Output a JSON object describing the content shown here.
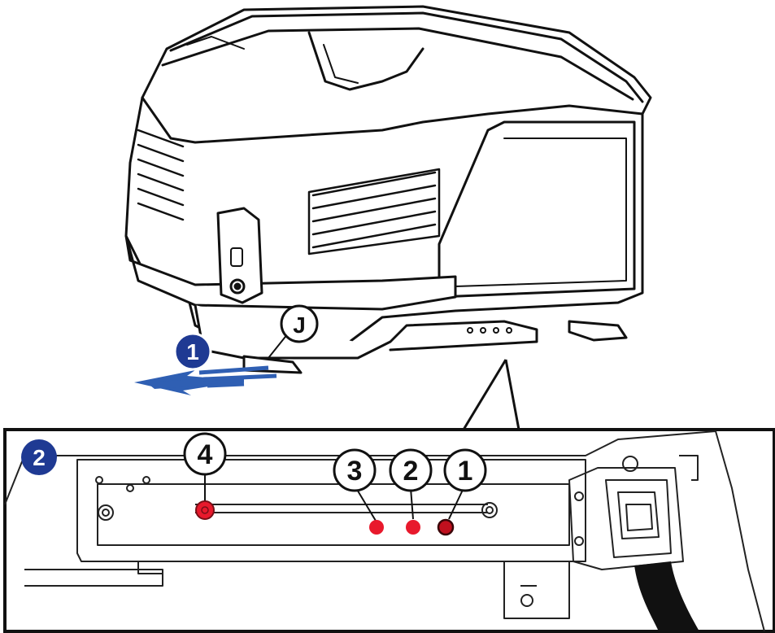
{
  "callouts": {
    "step1": "1",
    "step2": "2",
    "letter_j": "J",
    "pos_4": "4",
    "pos_3": "3",
    "pos_2": "2",
    "pos_1": "1"
  },
  "colors": {
    "step_badge": "#1f3a93",
    "arrow": "#2f5fb3",
    "marker_red": "#e8192c",
    "marker_dark": "#7a0f17",
    "line": "#111111"
  },
  "icons": [
    "pull-arrow-icon",
    "position-marker-icon"
  ]
}
